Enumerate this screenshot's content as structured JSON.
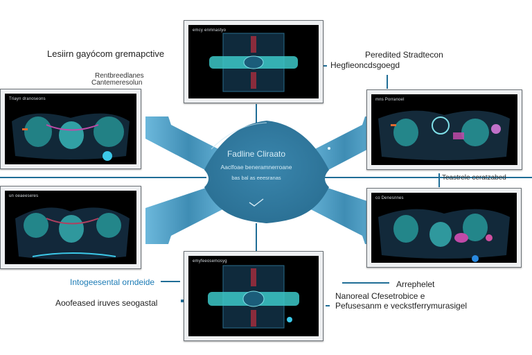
{
  "labels": {
    "top_left_title": "Lesiirn gayócom gremapctive",
    "top_left_sub1": "Rentbreedlanes",
    "top_left_sub2": "Cantemeresolun",
    "top_right_title": "Peredited Stradtecon",
    "top_right_sub": "Hegfieoncdsgoegd",
    "right_middle": "Teastrele ceratzabed",
    "bottom_left_blue": "Intogeesental orndeide",
    "bottom_left_black": "Aoofeased iruves seogastal",
    "bottom_right_1": "Arrephelet",
    "bottom_right_2": "Nanoreal Cfesetrobice e",
    "bottom_right_3": "Pefusesanm e veckstferrymurasigel"
  },
  "hub": {
    "title": "Fadline Cliraato",
    "line1": "Aaclfoae beneramnerroane",
    "line2": "bas bal as eeesranas",
    "check_icon": "checkmark-icon"
  },
  "panels": [
    {
      "id": "top",
      "caption": "emcy enmnastyo"
    },
    {
      "id": "left-upper",
      "caption": "Triayn dranoseons"
    },
    {
      "id": "right-upper",
      "caption": "mns Porranoel"
    },
    {
      "id": "left-lower",
      "caption": "un oeaeeseres"
    },
    {
      "id": "right-lower",
      "caption": "co Denesnnes"
    },
    {
      "id": "bottom",
      "caption": "emyfeeosemosyg"
    }
  ],
  "colors": {
    "hub": "#2f7aa0",
    "arm": "#5aa9cf",
    "connector": "#1f6d96",
    "accent_teal": "#3cc8c8",
    "accent_magenta": "#c04aa8"
  }
}
